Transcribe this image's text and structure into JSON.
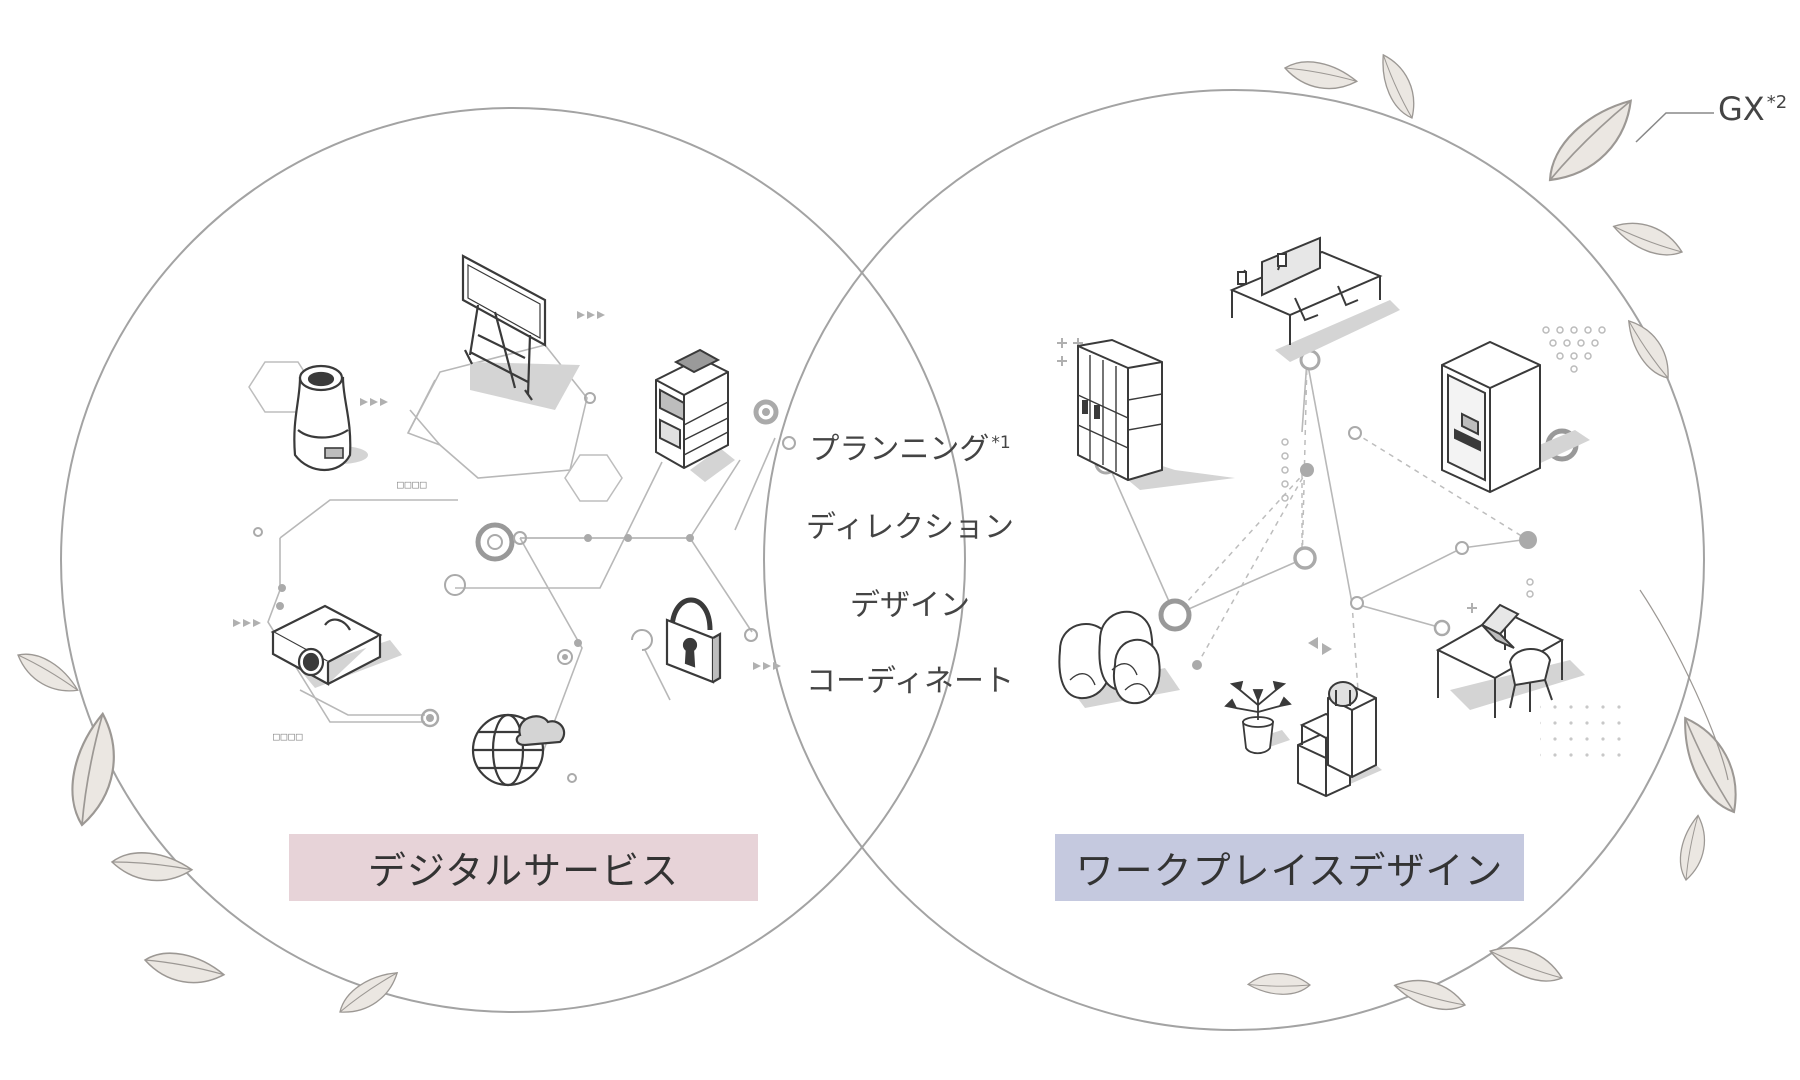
{
  "diagram": {
    "left_circle_label": "デジタルサービス",
    "right_circle_label": "ワークプレイスデザイン",
    "center_items": [
      {
        "text": "プランニング",
        "note": "*1"
      },
      {
        "text": "ディレクション",
        "note": ""
      },
      {
        "text": "デザイン",
        "note": ""
      },
      {
        "text": "コーディネート",
        "note": ""
      }
    ],
    "outer_label": {
      "text": "GX",
      "note": "*2"
    },
    "small_tags": [
      "□□□□",
      "□□□□"
    ]
  },
  "colors": {
    "left_label_bg": "#e7d3d8",
    "right_label_bg": "#c5c9df",
    "circle_line": "#a3a3a3",
    "leaf_fill": "#ebe7e2",
    "leaf_line": "#9c9894",
    "icon_line": "#3a3a3a",
    "network_line": "#b5b5b5"
  },
  "icons": [
    "speaker-icon",
    "whiteboard-icon",
    "copier-icon",
    "projector-icon",
    "padlock-icon",
    "globe-cloud-icon",
    "workstation-desks-icon",
    "locker-icon",
    "phone-booth-icon",
    "beanbag-icon",
    "desk-laptop-icon",
    "water-cooler-icon",
    "potted-plant-icon"
  ]
}
